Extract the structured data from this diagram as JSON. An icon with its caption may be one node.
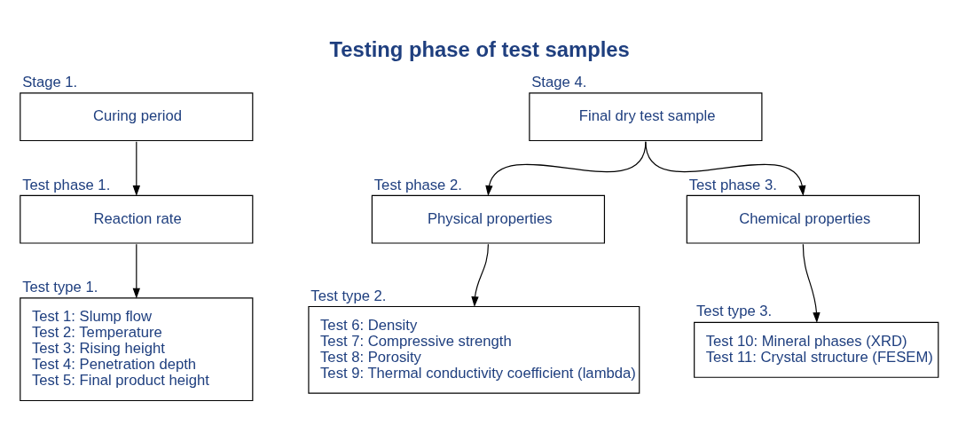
{
  "diagram": {
    "title": "Testing phase of test samples",
    "nodes": [
      {
        "text": [
          "Stage 1.",
          "Curing period"
        ]
      },
      {
        "text": [
          "Stage 4.",
          "Final dry test sample"
        ]
      },
      {
        "text": [
          "Test phase 1.",
          "Reaction rate"
        ]
      },
      {
        "text": [
          "Test phase 2.",
          "Physical properties"
        ]
      },
      {
        "text": [
          "Test phase 3.",
          "Chemical properties"
        ]
      },
      {
        "text": [
          "Test type 1.",
          "Test 1: Slump flow",
          "Test 2: Temperature",
          "Test 3: Rising height",
          "Test 4: Penetration depth",
          "Test 5: Final product height"
        ]
      },
      {
        "text": [
          "Test type 2.",
          "Test 6: Density",
          "Test 7: Compressive strength",
          "Test 8: Porosity",
          "Test 9: Thermal conductivity coefficient (lambda)"
        ]
      },
      {
        "text": [
          "Test type 3.",
          "Test 10: Mineral phases (XRD)",
          "Test 11: Crystal structure (FESEM)"
        ]
      }
    ],
    "edges": [
      {
        "from": 0,
        "to": 2,
        "arrow": "to"
      },
      {
        "from": 2,
        "to": 5,
        "arrow": "to"
      },
      {
        "from": 1,
        "to": 3,
        "arrow": "to"
      },
      {
        "from": 1,
        "to": 4,
        "arrow": "to"
      },
      {
        "from": 3,
        "to": 6,
        "arrow": "to"
      },
      {
        "from": 4,
        "to": 7,
        "arrow": "to"
      }
    ]
  }
}
